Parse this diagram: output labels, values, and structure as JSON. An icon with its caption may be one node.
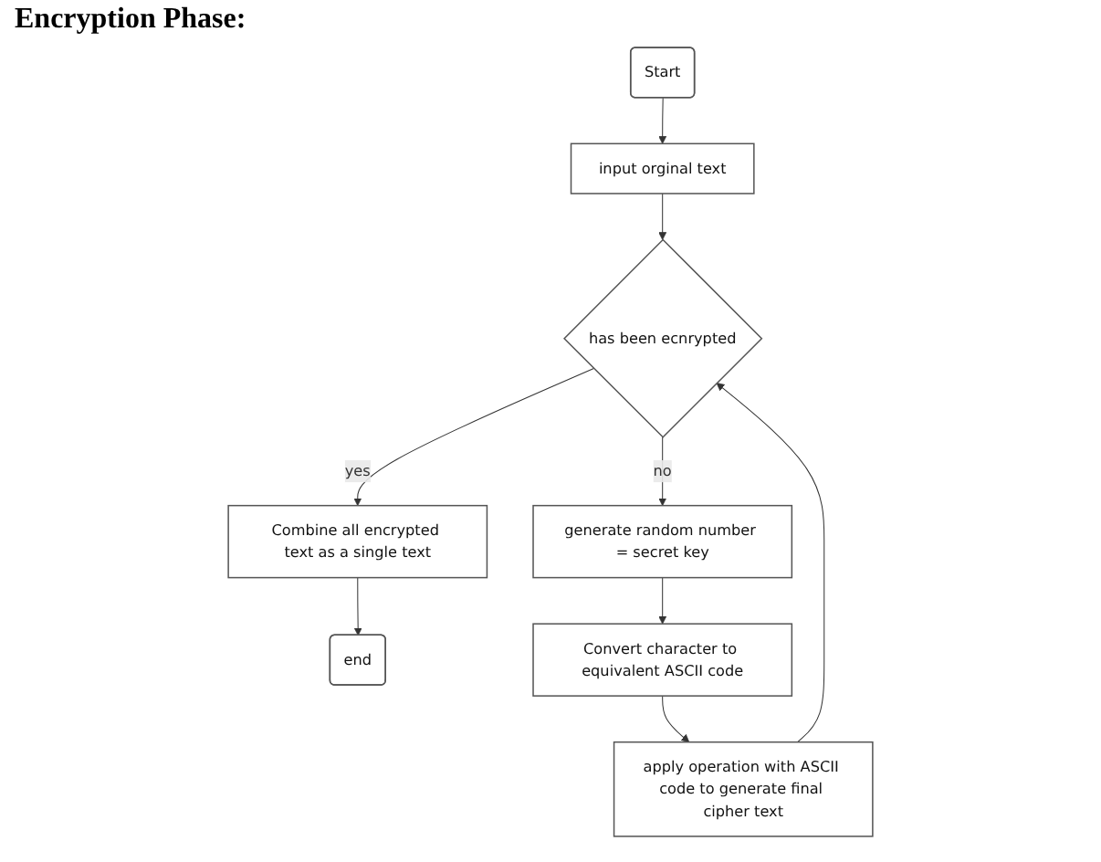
{
  "diagram": {
    "title": "Encryption Phase:",
    "nodes": [
      {
        "text": [
          "Start"
        ]
      },
      {
        "text": [
          "input orginal text"
        ]
      },
      {
        "text": [
          "has been ecnrypted"
        ]
      },
      {
        "text": [
          "Combine all encrypted text as a single text"
        ]
      },
      {
        "text": [
          "end"
        ]
      },
      {
        "text": [
          "generate random number = secret key"
        ]
      },
      {
        "text": [
          "Convert character to equivalent ASCII code"
        ]
      },
      {
        "text": [
          "apply operation with ASCII code to generate final cipher text"
        ]
      }
    ],
    "edges": [
      {
        "from": 0,
        "to": 1,
        "arrow": "to"
      },
      {
        "from": 1,
        "to": 2,
        "arrow": "to"
      },
      {
        "from": 2,
        "to": 3,
        "label": "yes",
        "arrow": "to"
      },
      {
        "from": 3,
        "to": 4,
        "arrow": "to"
      },
      {
        "from": 2,
        "to": 5,
        "label": "no",
        "arrow": "to"
      },
      {
        "from": 5,
        "to": 6,
        "arrow": "to"
      },
      {
        "from": 6,
        "to": 7,
        "arrow": "to"
      },
      {
        "from": 7,
        "to": 2,
        "arrow": "to"
      }
    ]
  }
}
